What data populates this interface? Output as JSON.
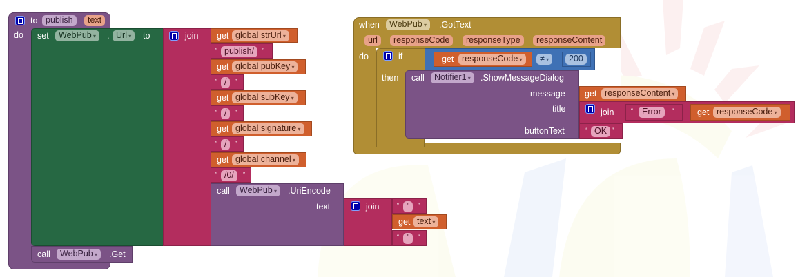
{
  "colors": {
    "procedure": "#7b5386",
    "set_block": "#266843",
    "text_block": "#b32d5e",
    "get_block": "#d05f2d",
    "event_block": "#b18e35",
    "compare_block": "#3f71b5",
    "mutator": "#0000aa"
  },
  "procedure": {
    "keyword_to": "to",
    "name": "publish",
    "param": "text",
    "keyword_do": "do",
    "set_block": {
      "keyword_set": "set",
      "component": "WebPub",
      "dot": ".",
      "property": "Url",
      "keyword_to": "to",
      "join": {
        "label": "join",
        "items": [
          {
            "type": "get",
            "keyword": "get",
            "var": "global strUrl"
          },
          {
            "type": "text",
            "value": "publish/"
          },
          {
            "type": "get",
            "keyword": "get",
            "var": "global pubKey"
          },
          {
            "type": "text",
            "value": "/"
          },
          {
            "type": "get",
            "keyword": "get",
            "var": "global subKey"
          },
          {
            "type": "text",
            "value": "/"
          },
          {
            "type": "get",
            "keyword": "get",
            "var": "global signature"
          },
          {
            "type": "text",
            "value": "/"
          },
          {
            "type": "get",
            "keyword": "get",
            "var": "global channel"
          },
          {
            "type": "text",
            "value": "/0/"
          }
        ],
        "uriencode": {
          "keyword_call": "call",
          "component": "WebPub",
          "method": ".UriEncode",
          "arg_label": "text",
          "join": {
            "label": "join",
            "items": [
              {
                "type": "text",
                "value": "\""
              },
              {
                "type": "get",
                "keyword": "get",
                "var": "text"
              },
              {
                "type": "text",
                "value": "\""
              }
            ]
          }
        }
      }
    },
    "call_get": {
      "keyword_call": "call",
      "component": "WebPub",
      "method": ".Get"
    }
  },
  "event": {
    "keyword_when": "when",
    "component": "WebPub",
    "event": ".GotText",
    "params": [
      "url",
      "responseCode",
      "responseType",
      "responseContent"
    ],
    "keyword_do": "do",
    "if_block": {
      "keyword_if": "if",
      "keyword_then": "then",
      "condition": {
        "keyword_get": "get",
        "var": "responseCode",
        "operator": "≠",
        "value": "200"
      },
      "call": {
        "keyword_call": "call",
        "component": "Notifier1",
        "method": ".ShowMessageDialog",
        "args": {
          "message_label": "message",
          "message_get_keyword": "get",
          "message_var": "responseContent",
          "title_label": "title",
          "title_join_label": "join",
          "title_text": "Error",
          "title_get_keyword": "get",
          "title_var": "responseCode",
          "buttontext_label": "buttonText",
          "buttontext_value": "OK"
        }
      }
    }
  }
}
